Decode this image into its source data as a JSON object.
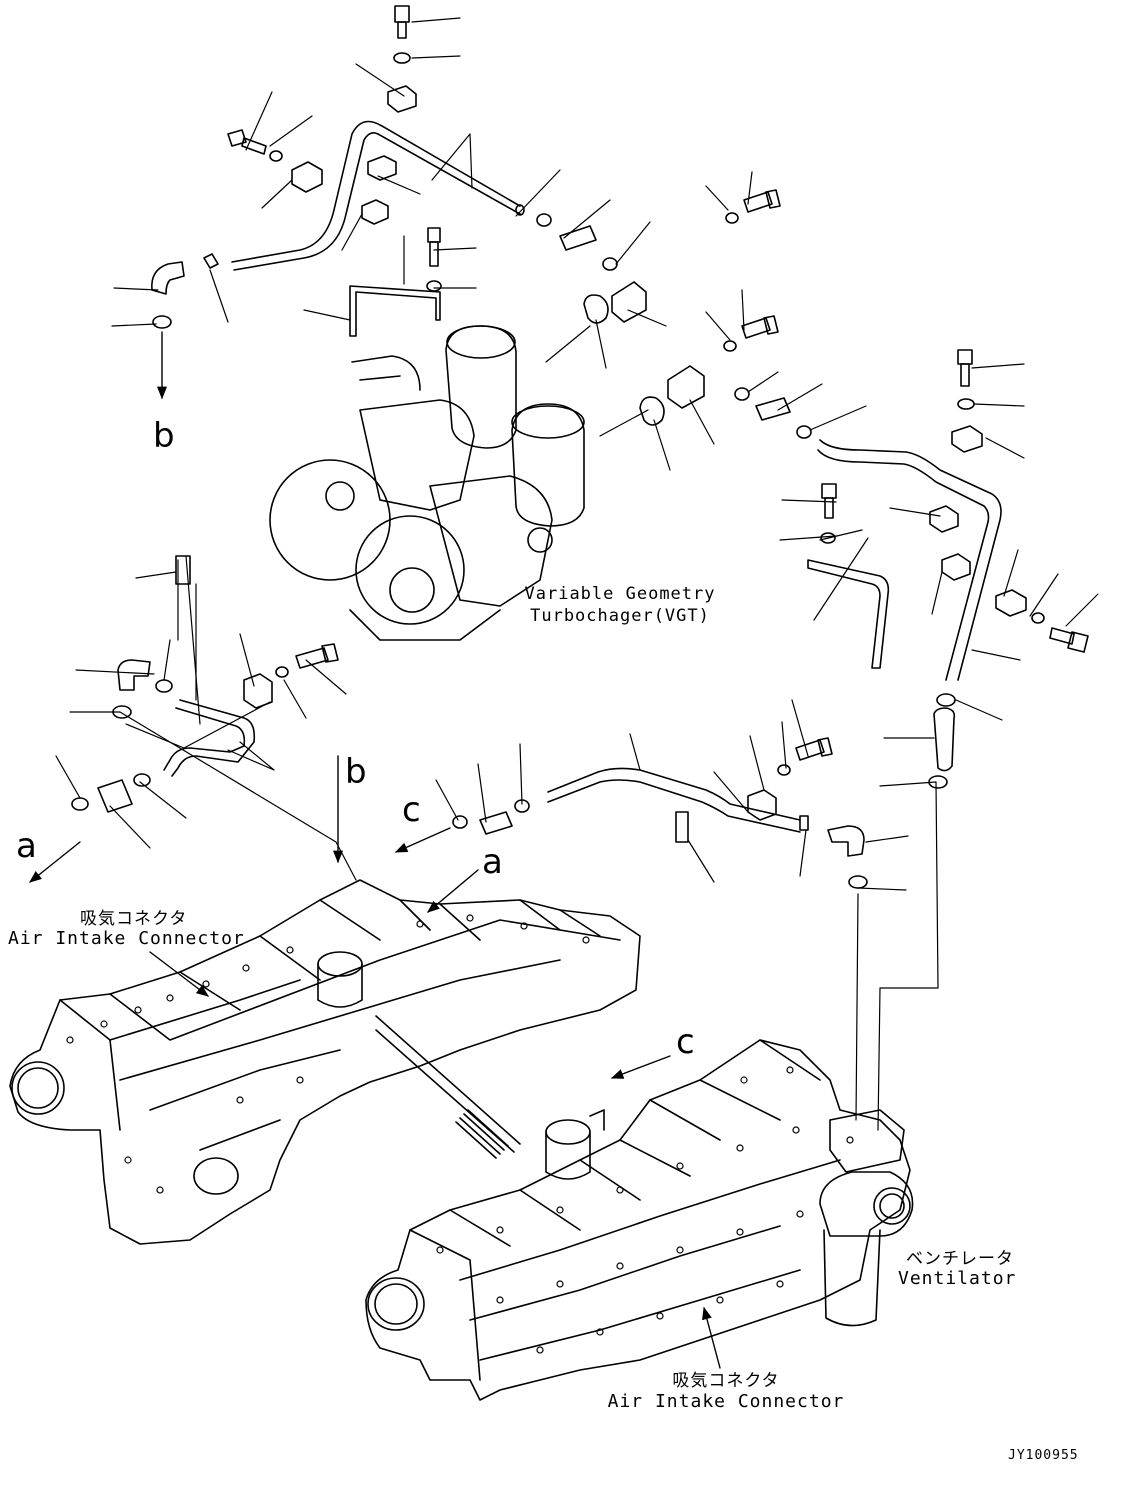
{
  "labels": {
    "vgt_line1": "Variable Geometry",
    "vgt_line2": "Turbochager(VGT)",
    "connector_top_jp": "吸気コネクタ",
    "connector_top_en": "Air Intake Connector",
    "connector_bottom_jp": "吸気コネクタ",
    "connector_bottom_en": "Air Intake Connector",
    "ventilator_jp": "ベンチレータ",
    "ventilator_en": "Ventilator",
    "drawing_code": "JY100955"
  },
  "refs": {
    "a": "a",
    "b": "b",
    "c": "c"
  },
  "colors": {
    "line": "#000000",
    "background": "#ffffff"
  }
}
